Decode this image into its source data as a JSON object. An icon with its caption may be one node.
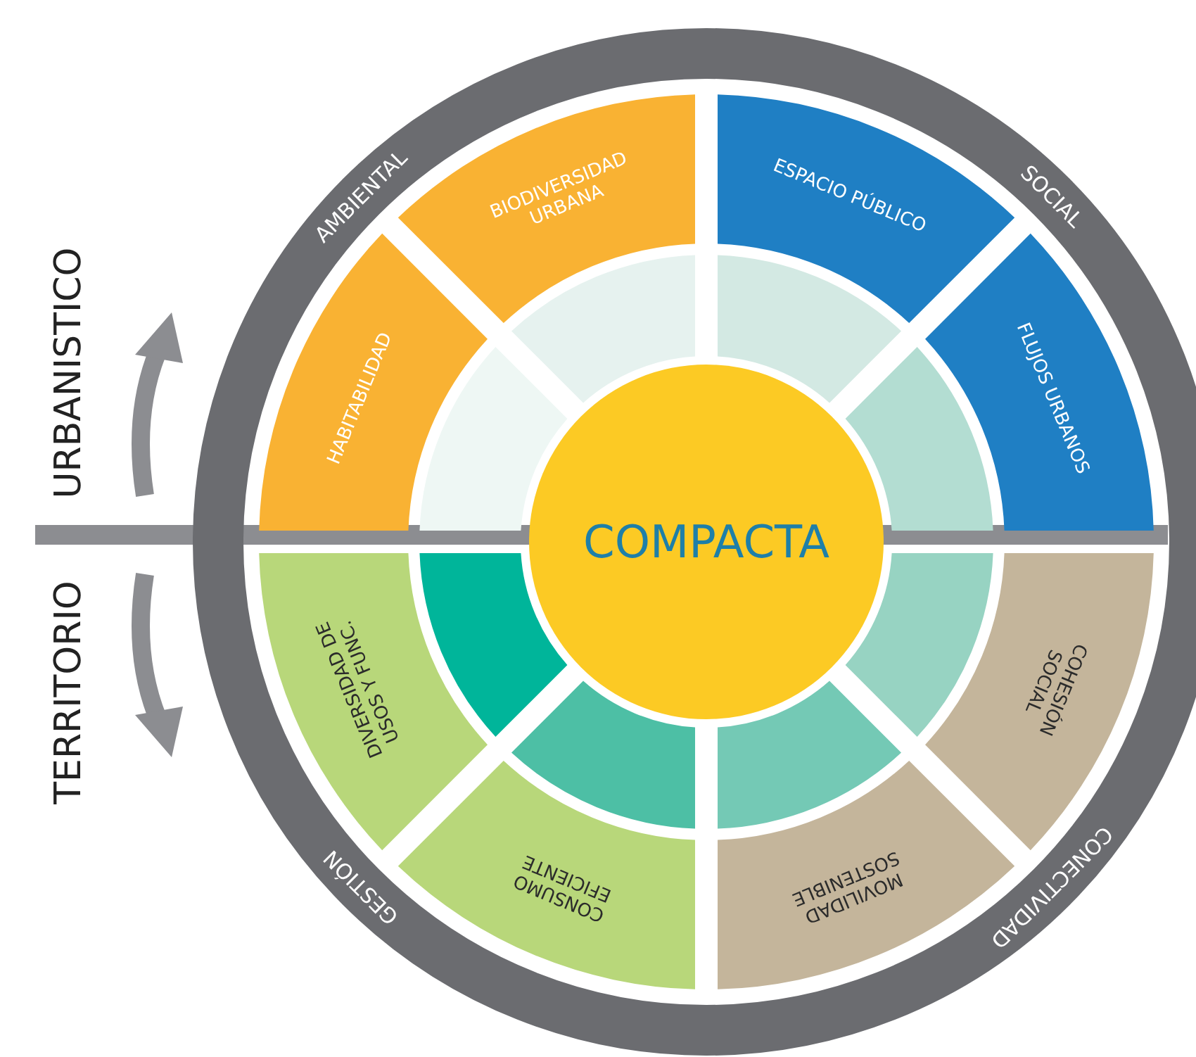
{
  "diagram": {
    "nodes": [
      {
        "text": [
          "COMPACTA"
        ]
      },
      {
        "text": [
          "BIODIVERSIDAD URBANA"
        ]
      },
      {
        "text": [
          "ESPACIO PÚBLICO"
        ]
      },
      {
        "text": [
          "FLUJOS URBANOS"
        ]
      },
      {
        "text": [
          "COHESIÓN SOCIAL"
        ]
      },
      {
        "text": [
          "MOVILIDAD SOSTENIBLE"
        ]
      },
      {
        "text": [
          "CONSUMO EFICIENTE"
        ]
      },
      {
        "text": [
          "DIVERSIDAD DE USOS Y FUNC."
        ]
      },
      {
        "text": [
          "HABITABILIDAD"
        ]
      },
      {
        "text": [],
        "shape": "segment"
      },
      {
        "text": [],
        "shape": "segment"
      },
      {
        "text": [],
        "shape": "segment"
      },
      {
        "text": [],
        "shape": "segment"
      },
      {
        "text": [],
        "shape": "segment"
      },
      {
        "text": [],
        "shape": "segment"
      },
      {
        "text": [],
        "shape": "segment"
      },
      {
        "text": [],
        "shape": "segment"
      },
      {
        "text": [],
        "shape": "bar"
      },
      {
        "text": [],
        "shape": "bar"
      }
    ],
    "labels": [
      "URBANISTICO",
      "AMBIENTAL",
      "SOCIAL",
      "TERRITORIO",
      "GESTIÓN",
      "CONECTIVIDAD"
    ]
  }
}
